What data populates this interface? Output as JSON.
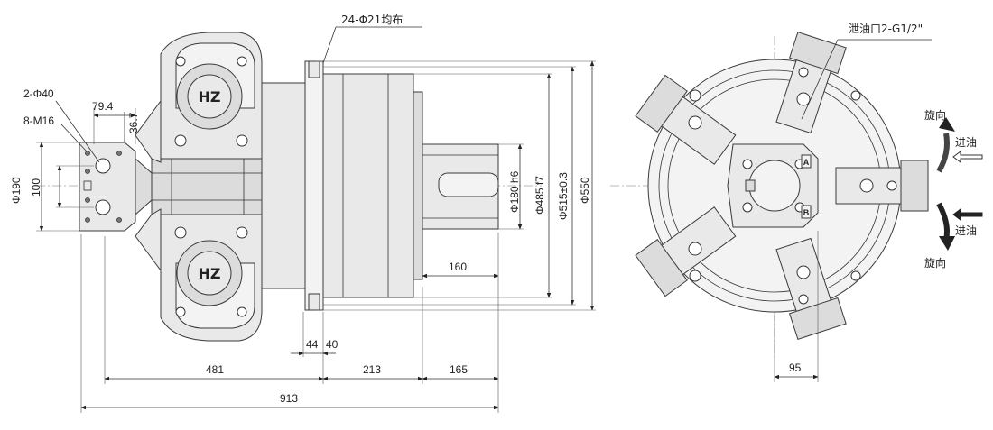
{
  "side_view": {
    "dims": {
      "hole_2phi40": "2-Φ40",
      "thread_8m16": "8-M16",
      "d_79_4": "79.4",
      "d_36_7": "36.7",
      "d_phi190": "Φ190",
      "d_100": "100",
      "bolt_24phi21": "24-Φ21均布",
      "d_phi180": "Φ180 h6",
      "d_phi485": "Φ485 f7",
      "d_phi515": "Φ515±0.3",
      "d_phi550": "Φ550",
      "d_160": "160",
      "d_44": "44",
      "d_40": "40",
      "d_481": "481",
      "d_213": "213",
      "d_165": "165",
      "d_913": "913"
    },
    "logo_text": "HZ"
  },
  "front_view": {
    "drain_port": "泄油口2-G1/2\"",
    "rot_top": "旋向",
    "inlet_top": "进油",
    "rot_bottom": "旋向",
    "inlet_bottom": "进油",
    "d_95": "95",
    "port_a": "A",
    "port_b": "B"
  }
}
